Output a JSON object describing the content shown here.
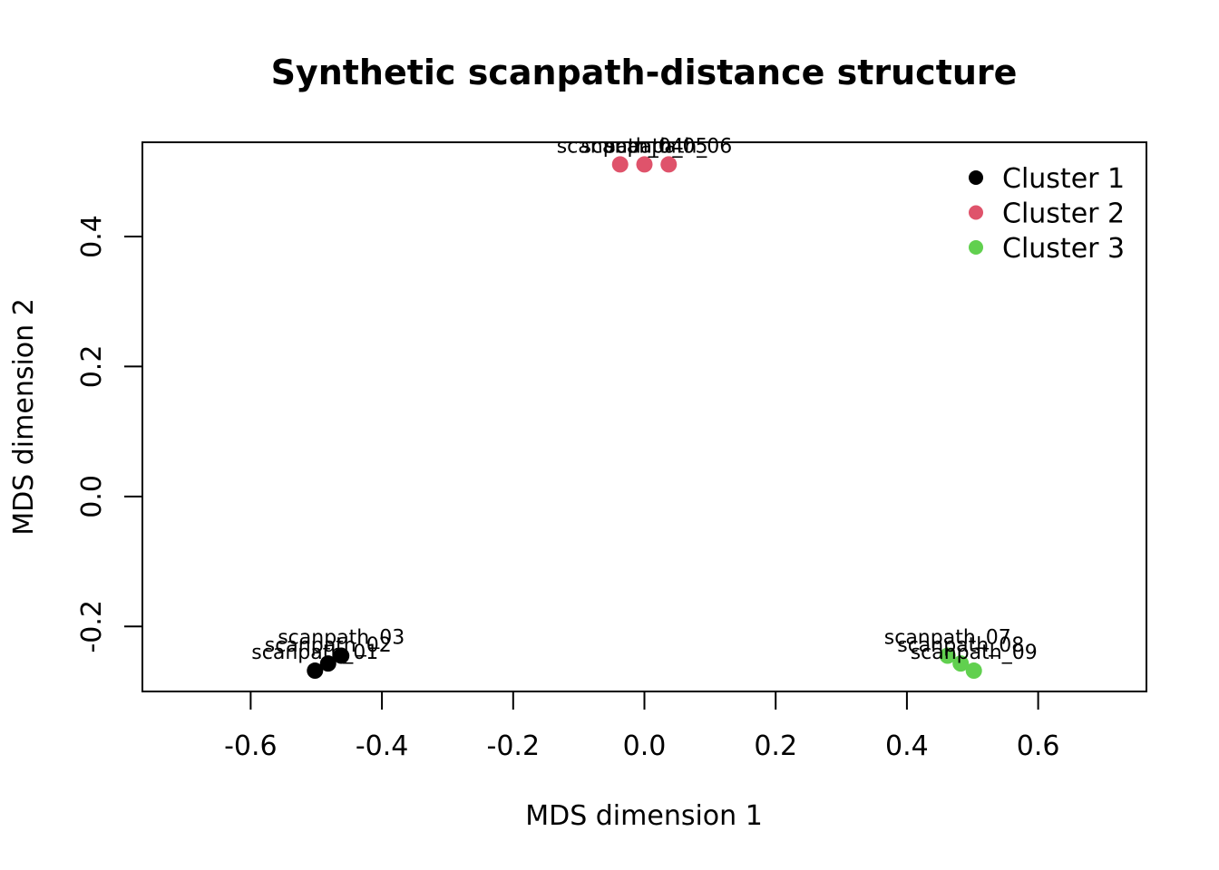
{
  "chart_data": {
    "type": "scatter",
    "title": "Synthetic scanpath-distance structure",
    "xlabel": "MDS dimension 1",
    "ylabel": "MDS dimension 2",
    "xlim": [
      -0.765,
      0.765
    ],
    "ylim": [
      -0.3,
      0.545
    ],
    "xticks": [
      -0.6,
      -0.4,
      -0.2,
      0.0,
      0.2,
      0.4,
      0.6
    ],
    "xtick_labels": [
      "-0.6",
      "-0.4",
      "-0.2",
      "0.0",
      "0.2",
      "0.4",
      "0.6"
    ],
    "yticks": [
      -0.2,
      0.0,
      0.2,
      0.4
    ],
    "ytick_labels": [
      "-0.2",
      "0.0",
      "0.2",
      "0.4"
    ],
    "grid": false,
    "legend_position": "top-right",
    "series": [
      {
        "name": "Cluster 1",
        "color": "#000000",
        "points": [
          {
            "label": "scanpath_01",
            "x": -0.502,
            "y": -0.268
          },
          {
            "label": "scanpath_02",
            "x": -0.482,
            "y": -0.257
          },
          {
            "label": "scanpath_03",
            "x": -0.462,
            "y": -0.245
          }
        ]
      },
      {
        "name": "Cluster 2",
        "color": "#df536b",
        "points": [
          {
            "label": "scanpath_04",
            "x": -0.037,
            "y": 0.511
          },
          {
            "label": "scanpath_05",
            "x": 0.0,
            "y": 0.511
          },
          {
            "label": "scanpath_06",
            "x": 0.037,
            "y": 0.511
          }
        ]
      },
      {
        "name": "Cluster 3",
        "color": "#61d04f",
        "points": [
          {
            "label": "scanpath_07",
            "x": 0.462,
            "y": -0.245
          },
          {
            "label": "scanpath_08",
            "x": 0.482,
            "y": -0.257
          },
          {
            "label": "scanpath_09",
            "x": 0.502,
            "y": -0.268
          }
        ]
      }
    ]
  }
}
